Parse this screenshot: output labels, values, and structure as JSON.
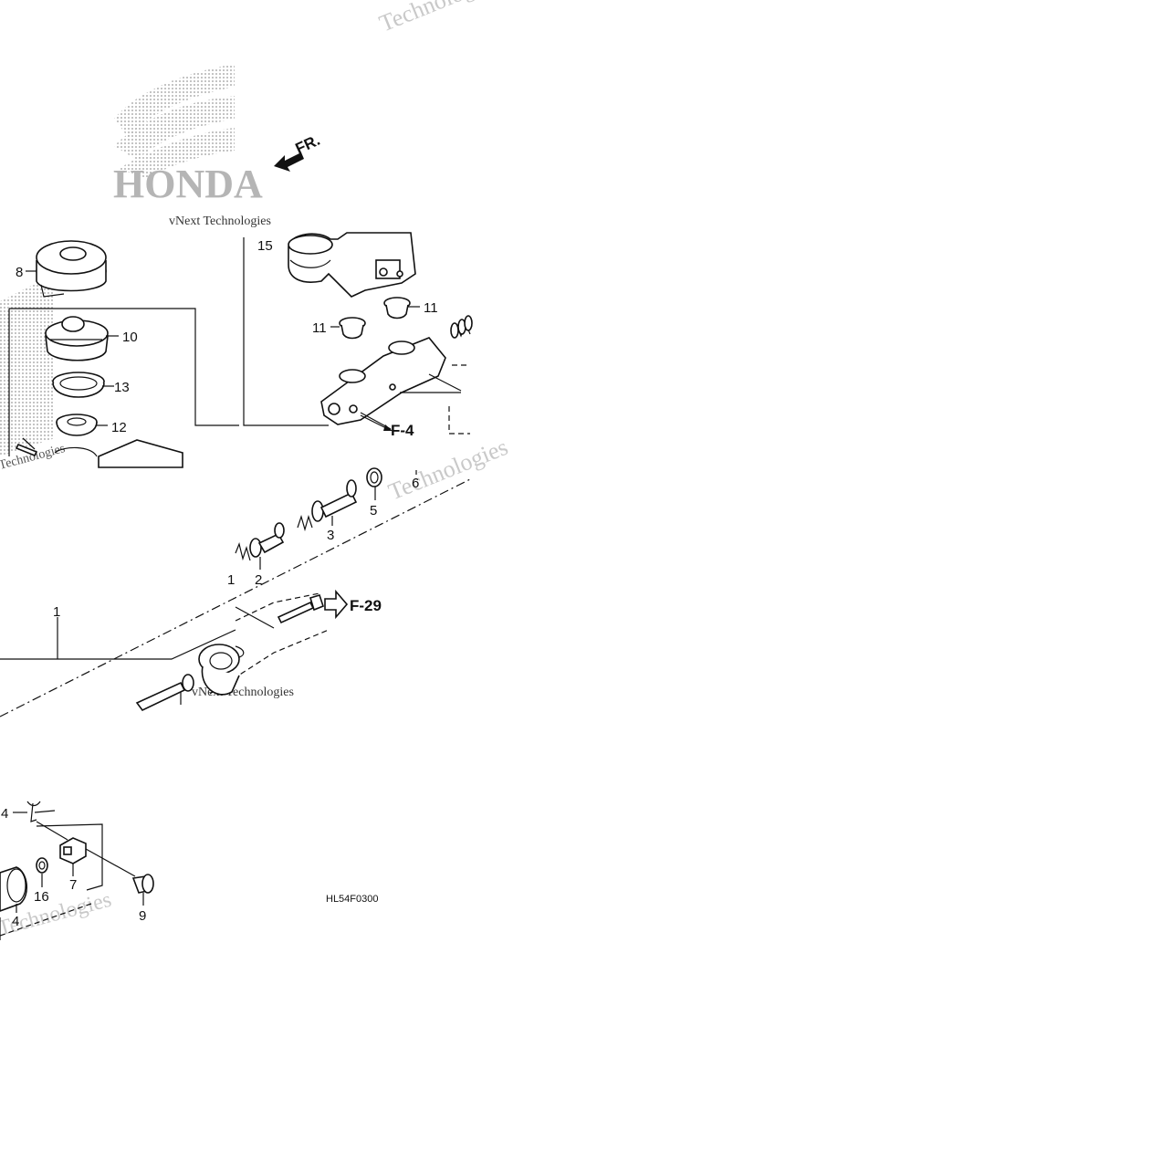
{
  "diagram": {
    "code": "HL54F0300",
    "direction_label": "FR.",
    "references": [
      {
        "id": "ref-f4",
        "text": "F-4"
      },
      {
        "id": "ref-f29",
        "text": "F-29"
      }
    ],
    "callouts": [
      {
        "id": "c8",
        "text": "8"
      },
      {
        "id": "c10",
        "text": "10"
      },
      {
        "id": "c13",
        "text": "13"
      },
      {
        "id": "c12",
        "text": "12"
      },
      {
        "id": "c15",
        "text": "15"
      },
      {
        "id": "c11a",
        "text": "11"
      },
      {
        "id": "c11b",
        "text": "11"
      },
      {
        "id": "c5",
        "text": "5"
      },
      {
        "id": "c6",
        "text": "6"
      },
      {
        "id": "c3",
        "text": "3"
      },
      {
        "id": "c1a",
        "text": "1"
      },
      {
        "id": "c2",
        "text": "2"
      },
      {
        "id": "c1b",
        "text": "1"
      },
      {
        "id": "c4a",
        "text": "4"
      },
      {
        "id": "c7",
        "text": "7"
      },
      {
        "id": "c16",
        "text": "16"
      },
      {
        "id": "c9",
        "text": "9"
      },
      {
        "id": "c4b",
        "text": "4"
      }
    ]
  },
  "watermarks": {
    "brand": "HONDA",
    "technologies": "Technologies",
    "vnext": "vNext Technologies"
  }
}
